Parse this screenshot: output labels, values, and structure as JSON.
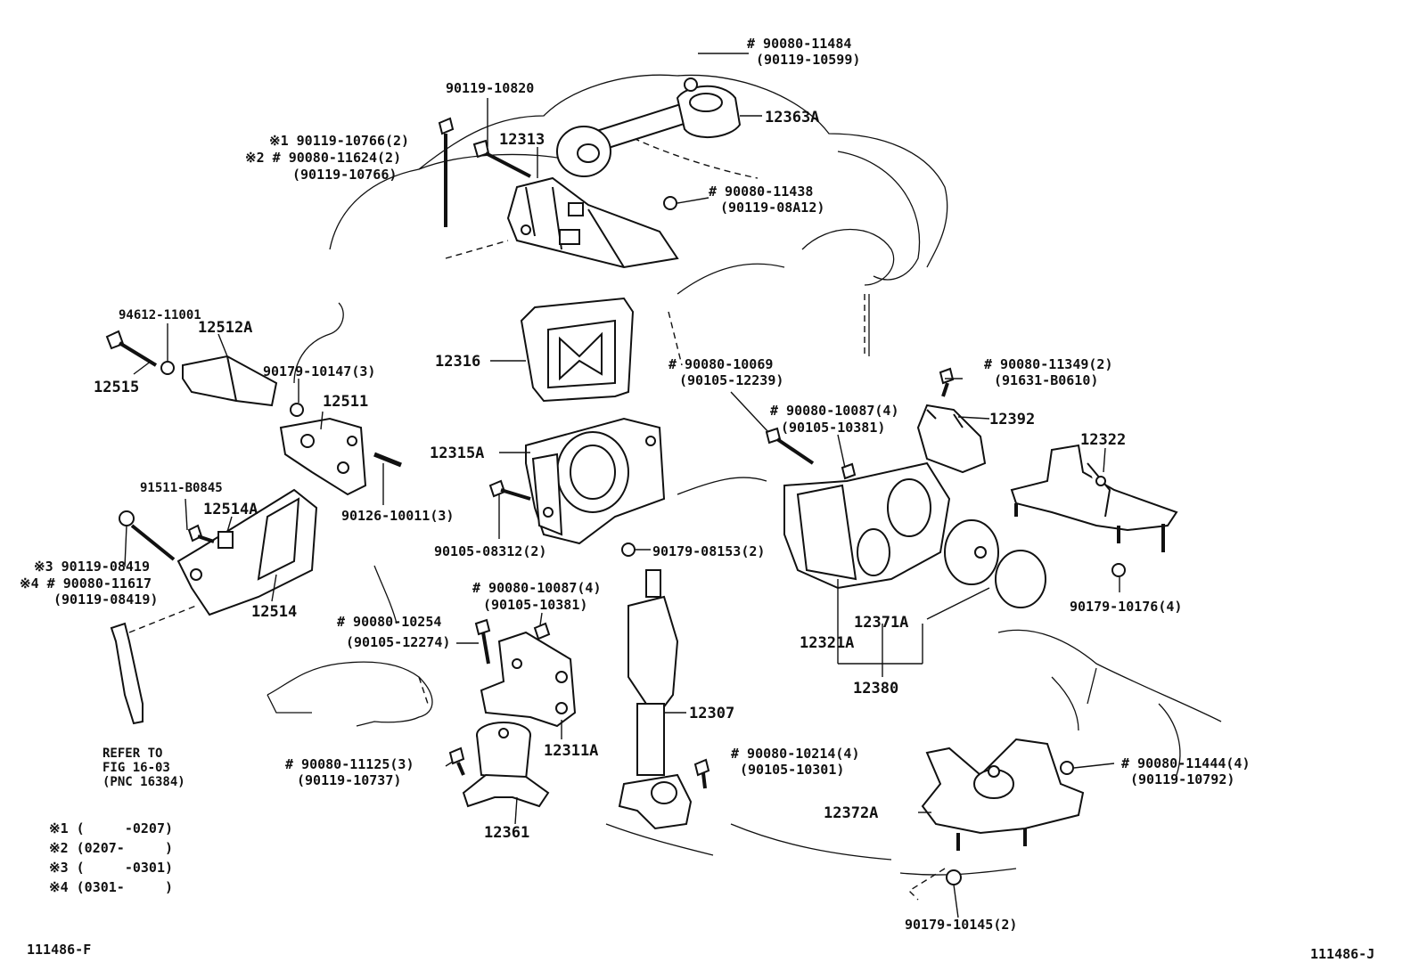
{
  "diagram": {
    "id_left": "111486-F",
    "id_right": "111486-J"
  },
  "labels": {
    "p_90080_11484": "# 90080-11484",
    "p_90119_10599": "(90119-10599)",
    "p_90119_10820": "90119-10820",
    "p_12363a": "12363A",
    "p_n1_90119_10766": "※1 90119-10766(2)",
    "p_n2_90080_11624": "※2 # 90080-11624(2)",
    "p_90119_10766b": "(90119-10766)",
    "p_12313": "12313",
    "p_90080_11438": "# 90080-11438",
    "p_90119_08a12": "(90119-08A12)",
    "p_94612_11001": "94612-11001",
    "p_12512a": "12512A",
    "p_12515": "12515",
    "p_90179_10147": "90179-10147(3)",
    "p_12316": "12316",
    "p_90080_10069": "# 90080-10069",
    "p_90105_12239": "(90105-12239)",
    "p_90080_11349": "# 90080-11349(2)",
    "p_91631_b0610": "(91631-B0610)",
    "p_12511": "12511",
    "p_90080_10087a": "# 90080-10087(4)",
    "p_90105_10381a": "(90105-10381)",
    "p_12392": "12392",
    "p_12315a": "12315A",
    "p_12322": "12322",
    "p_91511_b0845": "91511-B0845",
    "p_12514a": "12514A",
    "p_90126_10011": "90126-10011(3)",
    "p_90105_08312": "90105-08312(2)",
    "p_90179_08153": "90179-08153(2)",
    "p_n3_90119_08419": "※3 90119-08419",
    "p_n4_90080_11617": "※4 # 90080-11617",
    "p_90119_08419b": "(90119-08419)",
    "p_12514": "12514",
    "p_90080_10087b": "# 90080-10087(4)",
    "p_90105_10381b": "(90105-10381)",
    "p_90179_10176": "90179-10176(4)",
    "p_12371a": "12371A",
    "p_90080_10254": "# 90080-10254",
    "p_90105_12274": "(90105-12274)",
    "p_12321a": "12321A",
    "p_12380": "12380",
    "p_12307": "12307",
    "p_refer1": "REFER TO",
    "p_refer2": "FIG 16-03",
    "p_refer3": "(PNC 16384)",
    "p_12311a": "12311A",
    "p_90080_10214": "# 90080-10214(4)",
    "p_90105_10301": "(90105-10301)",
    "p_90080_11125": "# 90080-11125(3)",
    "p_90119_10737": "(90119-10737)",
    "p_90080_11444": "# 90080-11444(4)",
    "p_90119_10792": "(90119-10792)",
    "p_12361": "12361",
    "p_12372a": "12372A",
    "p_90179_10145": "90179-10145(2)"
  },
  "notes": [
    "※1 (     -0207)",
    "※2 (0207-     )",
    "※3 (     -0301)",
    "※4 (0301-     )"
  ]
}
